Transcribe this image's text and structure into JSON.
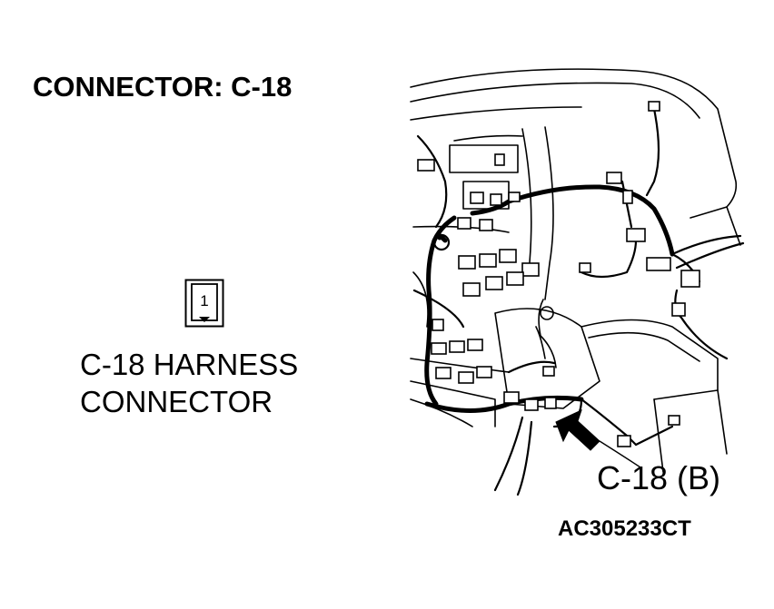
{
  "title": "CONNECTOR: C-18",
  "connector_icon": {
    "pin": "1",
    "icon": "connector-face-icon"
  },
  "harness_label": {
    "line1": "C-18 HARNESS",
    "line2": "CONNECTOR"
  },
  "callout": "C-18 (B)",
  "figure_code": "AC305233CT"
}
